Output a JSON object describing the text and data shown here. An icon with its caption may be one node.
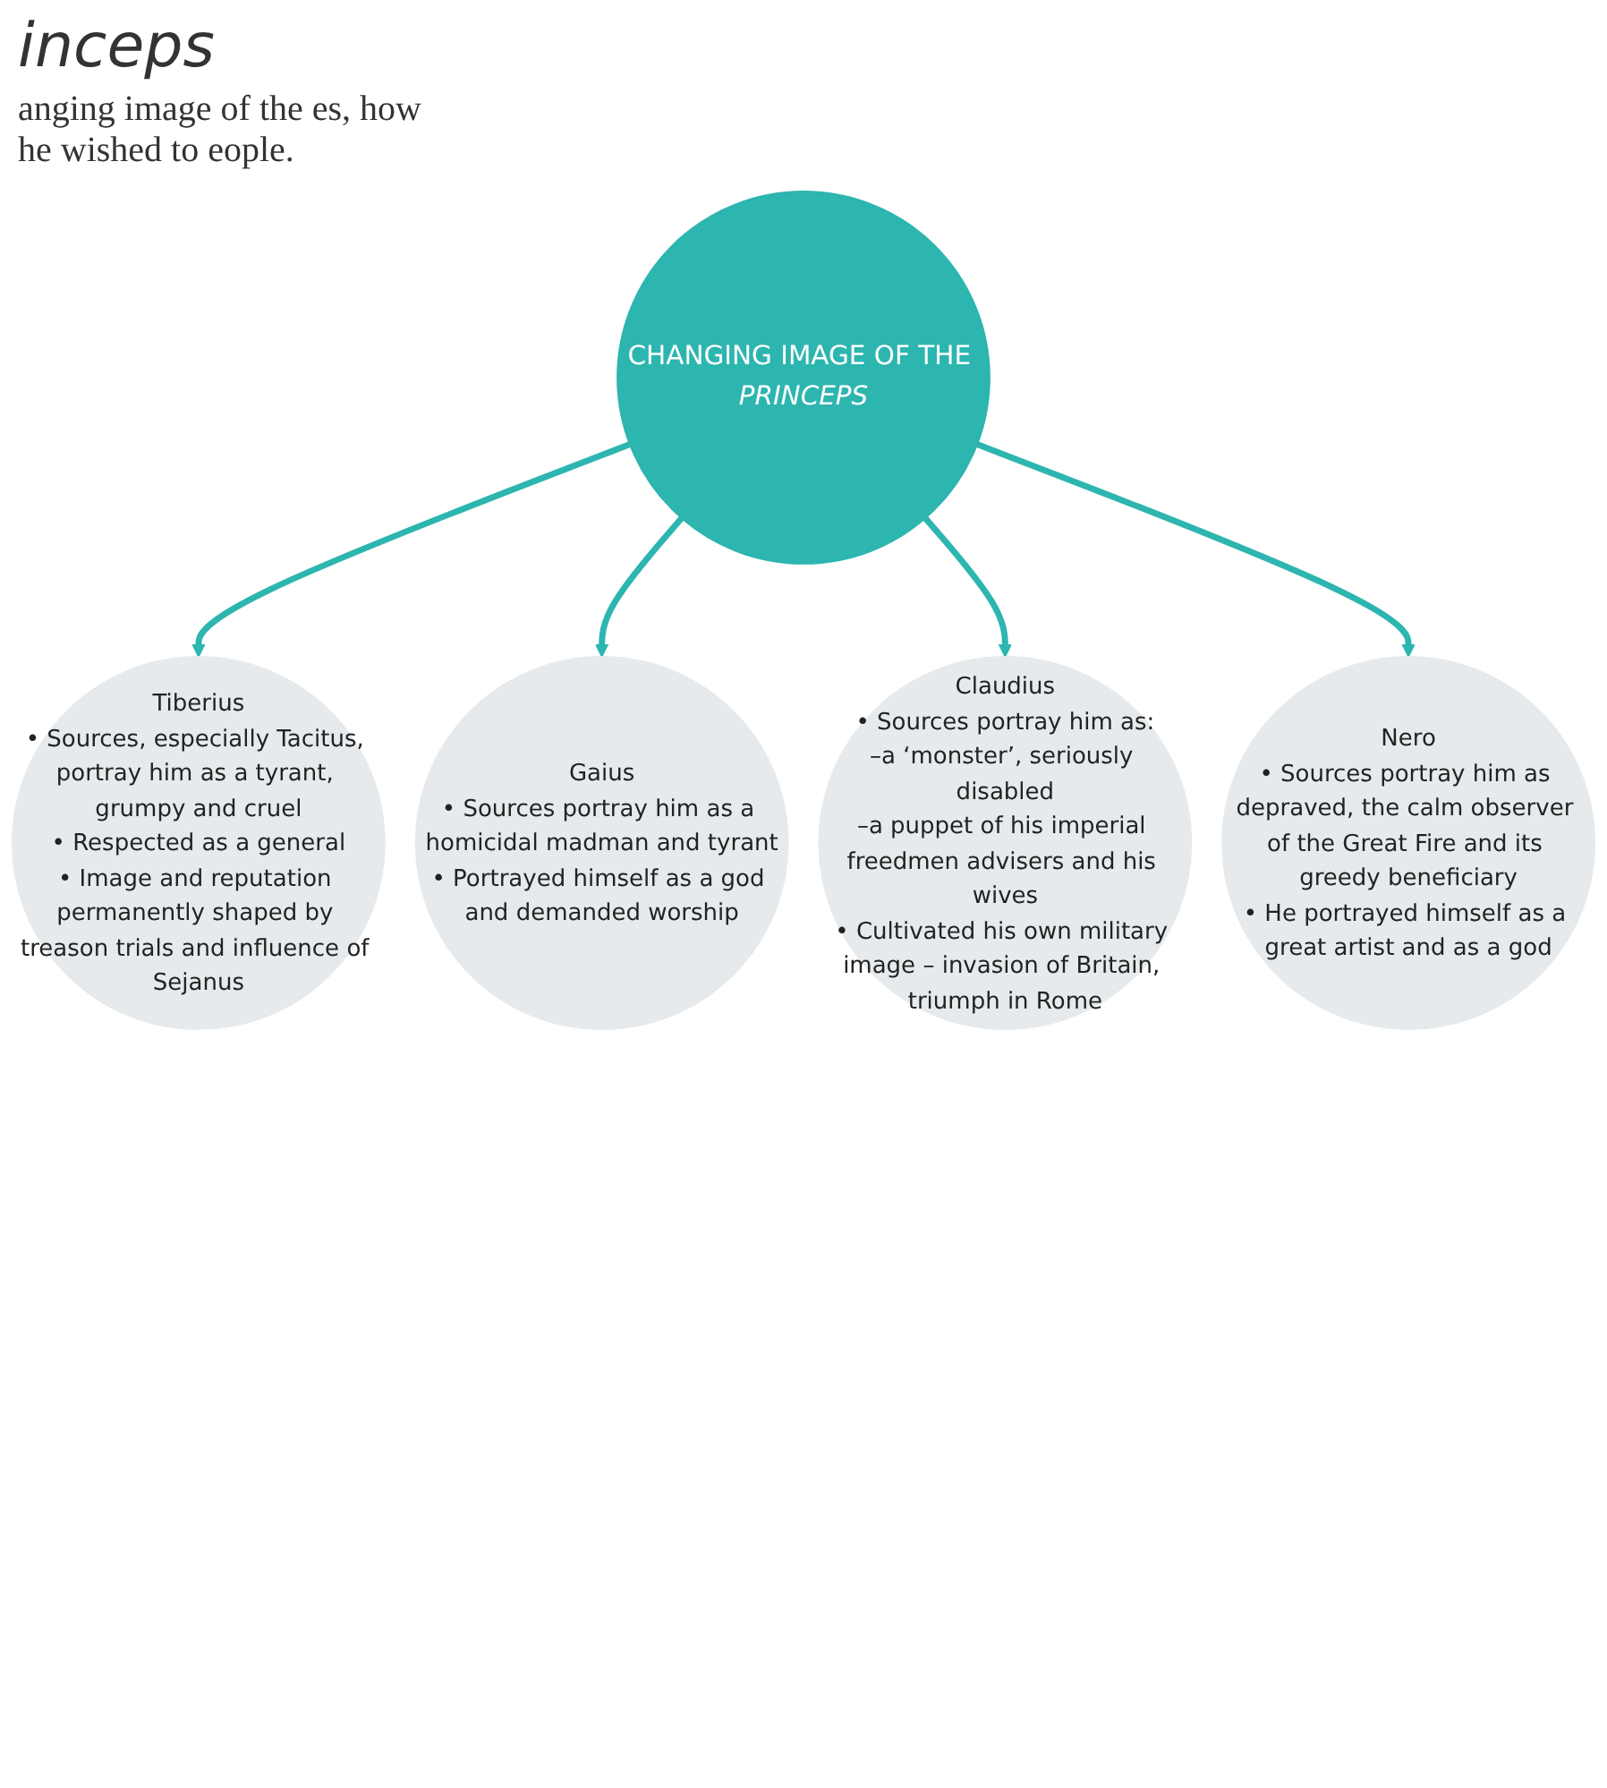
{
  "diagram": {
    "title": "inceps",
    "nodes": [
      {
        "text": [
          "Tiberius",
          "• Sources, especially Tacitus, portray him as a tyrant, grumpy and cruel",
          "• Respected as a general",
          "• Image and reputation permanently shaped by treason trials and influence of Sejanus"
        ]
      },
      {
        "text": [
          "Nero",
          "• Sources portray him as depraved, the calm observer of the Great Fire and its greedy beneficiary",
          "• He portrayed himself as a great artist and as a god"
        ]
      },
      {
        "text": [
          "CHANGING IMAGE OF THE *PRINCEPS*"
        ]
      },
      {
        "text": [
          "Gaius",
          "• Sources portray him as a homicidal madman and tyrant",
          "• Portrayed himself as a god and demanded worship"
        ]
      },
      {
        "text": [
          "Claudius",
          "• Sources portray him as:",
          "–a ‘monster’, seriously disabled",
          "–a puppet of his imperial freedmen advisers and his wives",
          "• Cultivated his own military image – invasion of Britain, triumph in Rome"
        ]
      }
    ],
    "edges": [
      {
        "from": 2,
        "to": 0,
        "arrow": "to"
      },
      {
        "from": 2,
        "to": 3,
        "arrow": "to"
      },
      {
        "from": 2,
        "to": 4,
        "arrow": "to"
      },
      {
        "from": 2,
        "to": 1,
        "arrow": "to"
      }
    ],
    "labels": [
      "anging image of the es, how he wished to eople."
    ]
  }
}
